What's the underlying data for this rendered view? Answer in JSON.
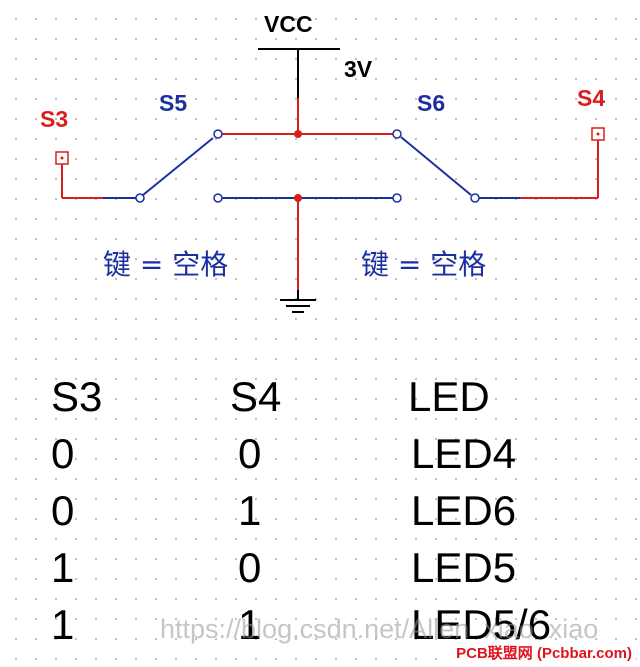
{
  "schematic": {
    "vcc_label": "VCC",
    "voltage_label": "3V",
    "s3_label": "S3",
    "s4_label": "S4",
    "s5_label": "S5",
    "s6_label": "S6",
    "key_left": "键 = 空格",
    "key_right": "键 = 空格",
    "colors": {
      "wire_blue": "#1c2fa0",
      "wire_red": "#d81e1e",
      "wire_black": "#000000",
      "label_red": "#d81e1e",
      "label_blue": "#1c2fa0"
    }
  },
  "truth_table": {
    "headers": [
      "S3",
      "S4",
      "LED"
    ],
    "rows": [
      [
        "0",
        "0",
        "LED4"
      ],
      [
        "0",
        "1",
        "LED6"
      ],
      [
        "1",
        "0",
        "LED5"
      ],
      [
        "1",
        "1",
        "LED5/6"
      ]
    ]
  },
  "watermark": "https://blog.csdn.net/Allen_xiao_xiao",
  "badge": "PCB联盟网 (Pcbbar.com)"
}
